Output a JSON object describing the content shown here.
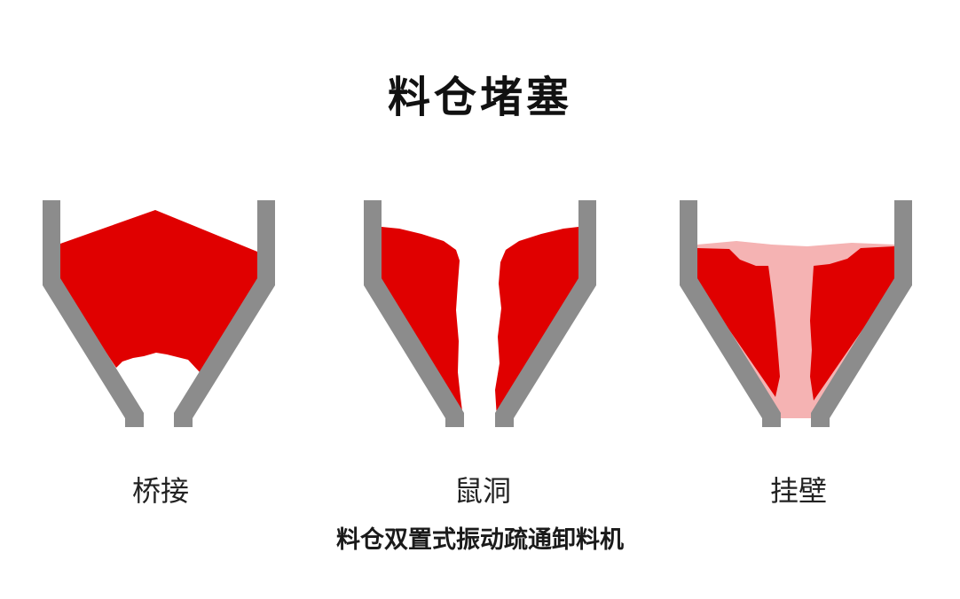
{
  "title": "料仓堵塞",
  "colors": {
    "wall": "#8c8c8c",
    "material": "#e00000",
    "residue": "#f5b3b3",
    "background": "#ffffff"
  },
  "panels": [
    {
      "label": "桥接"
    },
    {
      "label": "鼠洞"
    },
    {
      "label": "挂壁"
    }
  ],
  "caption": "料仓双置式振动疏通卸料机"
}
